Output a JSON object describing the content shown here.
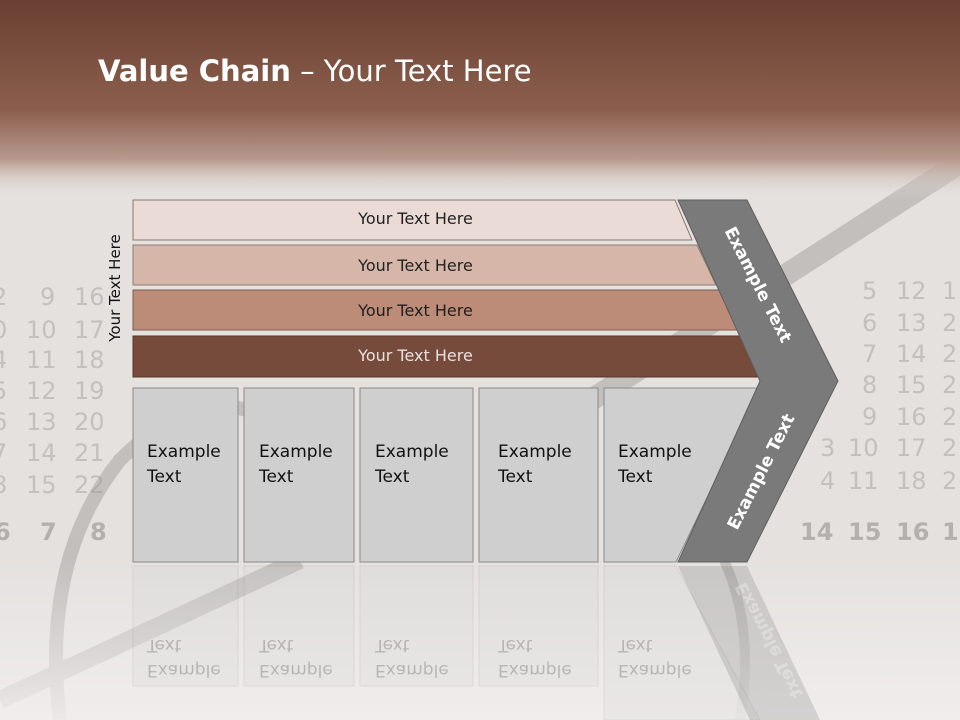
{
  "slide": {
    "title_bold": "Value Chain",
    "title_rest": " – Your Text Here",
    "vertical_label": "Your Text Here"
  },
  "rows": [
    {
      "label": "Your Text Here",
      "fill": "#eadbd6",
      "text_color": "#222222"
    },
    {
      "label": "Your Text Here",
      "fill": "#d6b6a9",
      "text_color": "#222222"
    },
    {
      "label": "Your Text Here",
      "fill": "#bd8c79",
      "text_color": "#1e1e1e"
    },
    {
      "label": "Your Text Here",
      "fill": "#774b3b",
      "text_color": "#e8e2de"
    }
  ],
  "boxes": [
    {
      "label": "Example\nText"
    },
    {
      "label": "Example\nText"
    },
    {
      "label": "Example\nText"
    },
    {
      "label": "Example\nText"
    },
    {
      "label": "Example\nText"
    }
  ],
  "chevron": {
    "upper_label": "Example Text",
    "lower_label": "Example Text",
    "fill": "#7a7a7a"
  },
  "colors": {
    "header_band": "#7b4d3d",
    "box_fill": "#cfcfcf",
    "box_border": "#8a8a8a"
  }
}
